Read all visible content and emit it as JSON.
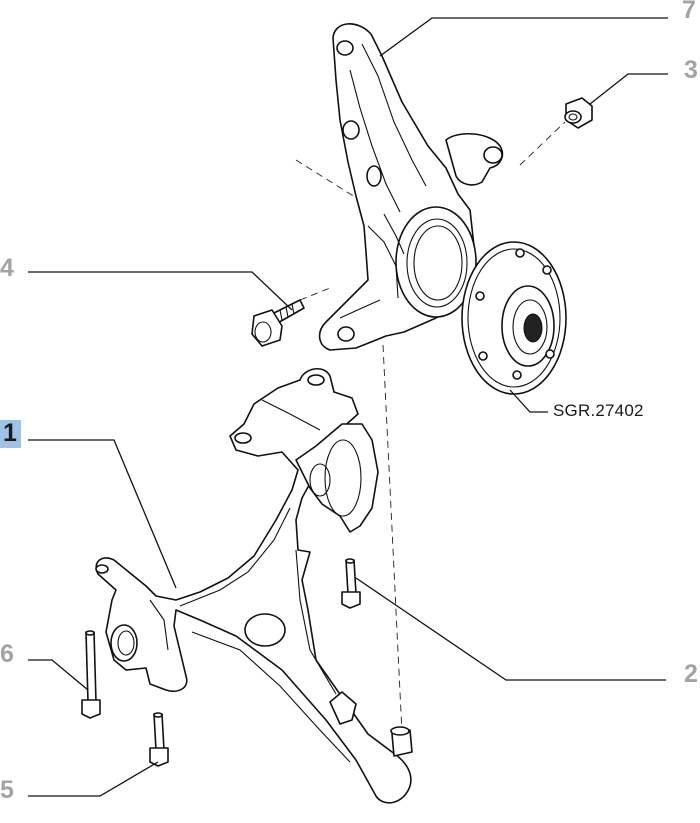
{
  "diagram": {
    "callouts": [
      {
        "id": "c1",
        "label": "1",
        "active": true
      },
      {
        "id": "c2",
        "label": "2",
        "active": false
      },
      {
        "id": "c3",
        "label": "3",
        "active": false
      },
      {
        "id": "c4",
        "label": "4",
        "active": false
      },
      {
        "id": "c5",
        "label": "5",
        "active": false
      },
      {
        "id": "c6",
        "label": "6",
        "active": false
      },
      {
        "id": "c7",
        "label": "7",
        "active": false
      }
    ],
    "reference_label": "SGR.27402",
    "colors": {
      "highlight": "#9fc3e6",
      "callout_inactive": "#a3a3a3",
      "line": "#111111"
    }
  }
}
